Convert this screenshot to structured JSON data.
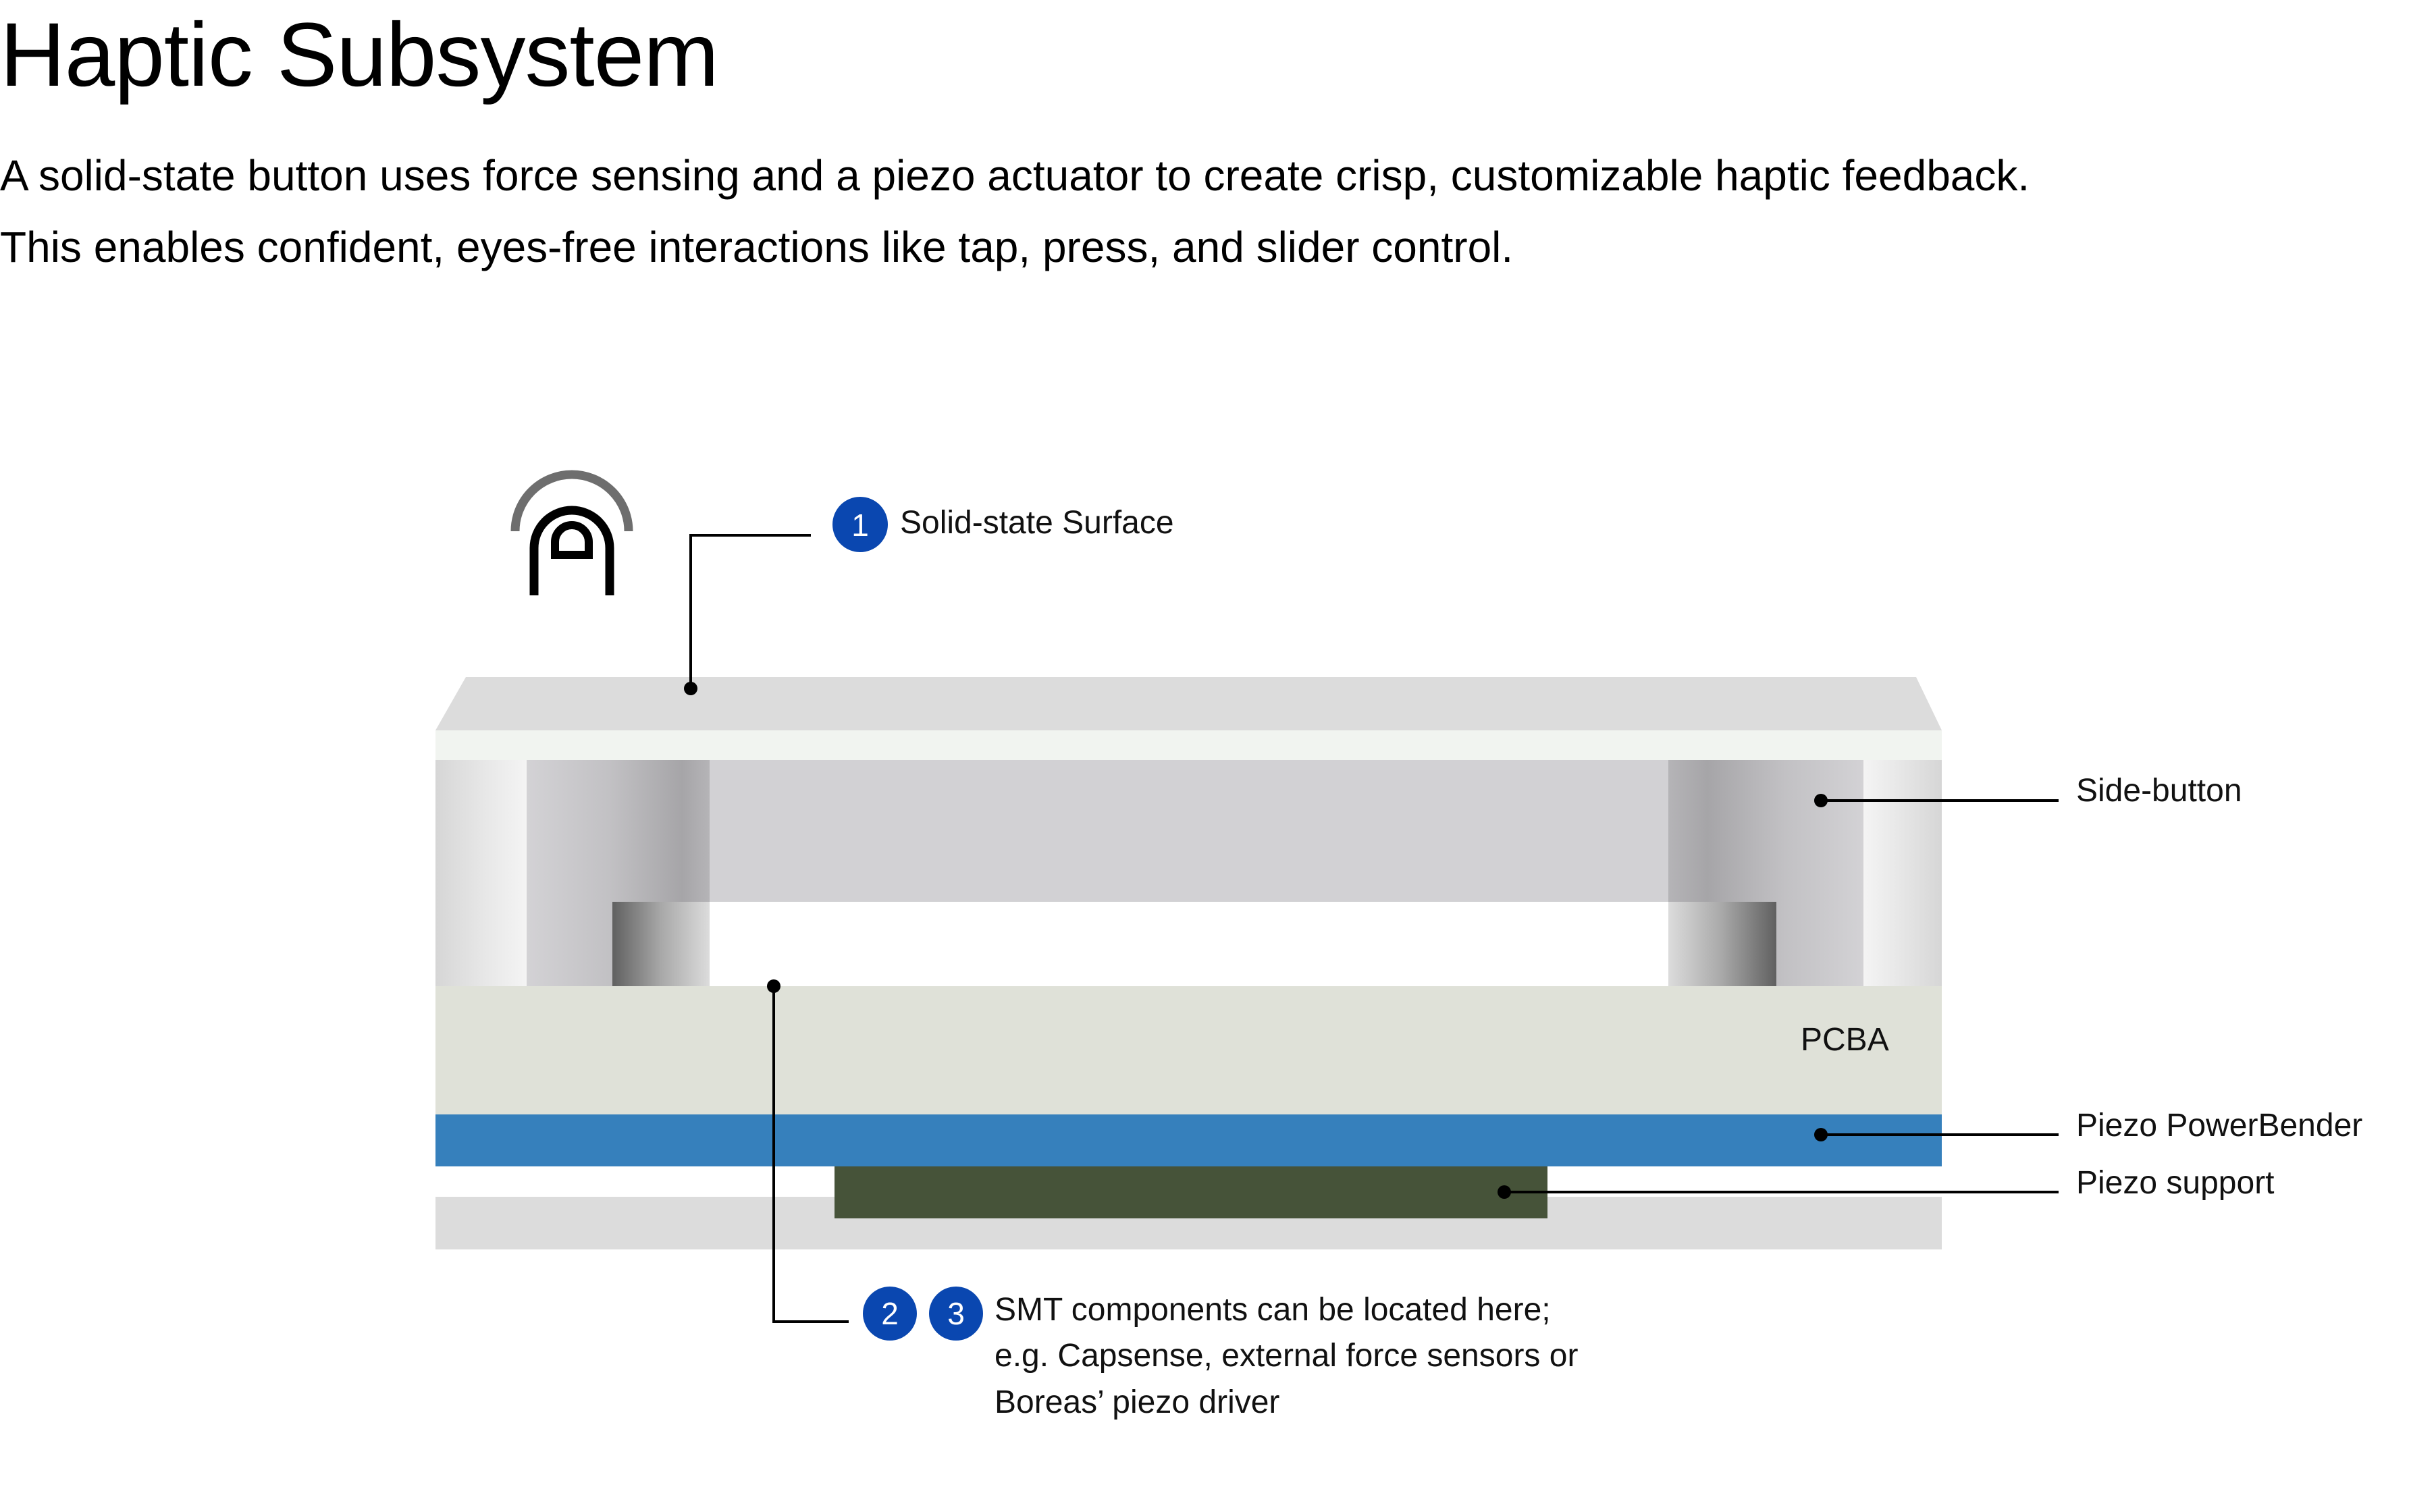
{
  "title": "Haptic Subsystem",
  "intro": [
    "A solid-state button uses force sensing and a piezo actuator to create crisp, customizable haptic feedback.",
    "This enables confident, eyes-free interactions like tap, press, and slider control."
  ],
  "diagram": {
    "callouts": {
      "surface": {
        "badge": "1",
        "label": "Solid-state Surface"
      },
      "side_button": {
        "label": "Side-button"
      },
      "pcba": {
        "label": "PCBA"
      },
      "powerbender": {
        "label": "Piezo PowerBender"
      },
      "support": {
        "label": "Piezo support"
      },
      "smt": {
        "badges": [
          "2",
          "3"
        ],
        "lines": [
          "SMT components can be located here;",
          "e.g. Capsense, external force sensors or",
          "Boreas’ piezo driver"
        ]
      }
    },
    "icons": {
      "touch": "finger-touch-icon"
    },
    "colors": {
      "badge": "#0a47b0",
      "surface_top": "#dcdcdc",
      "surface_edge": "#f1f4f0",
      "frame": "#d2d1d4",
      "pcba": "#dfe1d8",
      "powerbender": "#3680bc",
      "piezo_support": "#465339",
      "base": "#dcdcdc"
    }
  }
}
